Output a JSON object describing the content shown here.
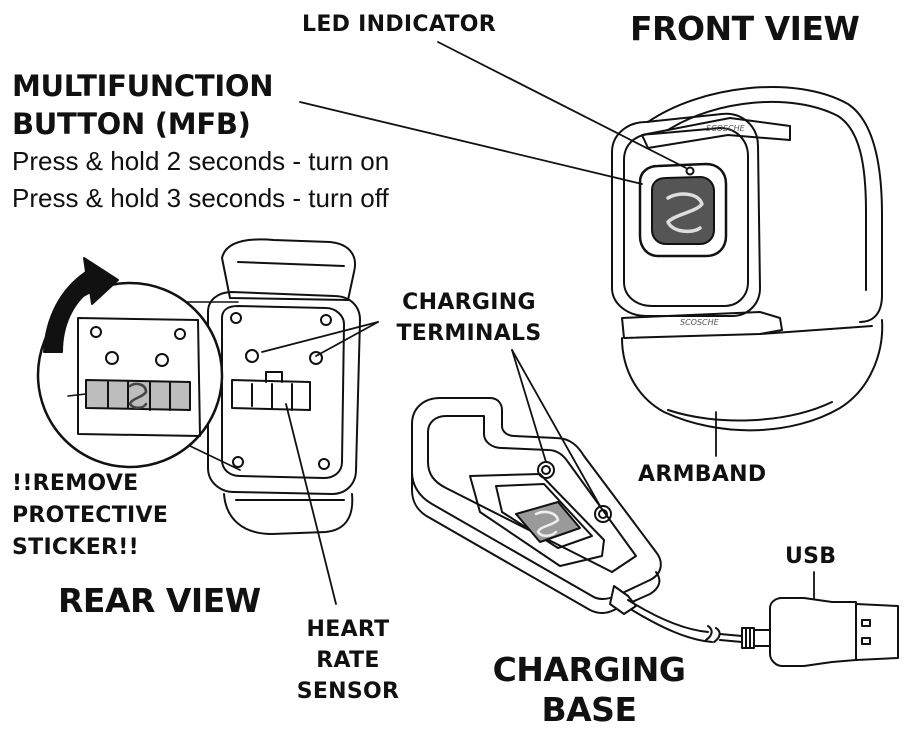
{
  "labels": {
    "led_indicator": "LED INDICATOR",
    "front_view": "FRONT VIEW",
    "mfb_line1": "MULTIFUNCTION",
    "mfb_line2": "BUTTON (MFB)",
    "mfb_instr_on": "Press & hold 2 seconds - turn on",
    "mfb_instr_off": "Press & hold 3 seconds - turn off",
    "charging_terminals_line1": "CHARGING",
    "charging_terminals_line2": "TERMINALS",
    "armband": "ARMBAND",
    "remove_line1": "!!REMOVE",
    "remove_line2": "PROTECTIVE",
    "remove_line3": "STICKER!!",
    "usb": "USB",
    "rear_view": "REAR VIEW",
    "hrs_line1": "HEART",
    "hrs_line2": "RATE",
    "hrs_line3": "SENSOR",
    "charging_base_line1": "CHARGING",
    "charging_base_line2": "BASE"
  },
  "device_markings": {
    "band_brand_upper": "SCOSCHE",
    "band_brand_lower": "SCOSCHE"
  }
}
